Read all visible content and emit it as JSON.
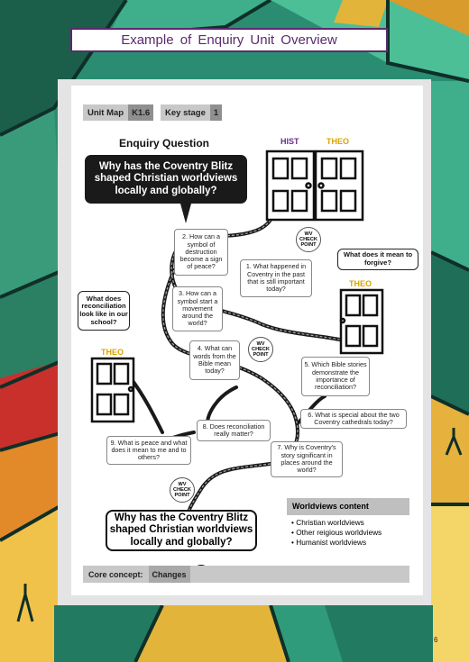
{
  "banner": {
    "title": "Example of Enquiry Unit Overview"
  },
  "unit": {
    "map_label": "Unit Map",
    "code": "K1.6",
    "stage_label": "Key stage",
    "stage": "1"
  },
  "enquiry": {
    "heading": "Enquiry Question",
    "question": "Why has the Coventry Blitz shaped Christian worldviews locally and globally?"
  },
  "doors": {
    "hist": "HIST",
    "theo_top": "THEO",
    "theo_right": "THEO",
    "theo_left": "THEO"
  },
  "wv": {
    "line1": "WV",
    "line2": "CHECK",
    "line3": "POINT"
  },
  "thoughts": {
    "forgive": "What does it mean to forgive?",
    "reconciliation": "What does reconciliation look like in our school?"
  },
  "steps": [
    "1. What happened in Coventry in the past that is still important today?",
    "2. How can a symbol of destruction become a sign of peace?",
    "3. How can a symbol start a movement around the world?",
    "4. What can words from the Bible mean today?",
    "5. Which Bible stories demonstrate the importance of reconciliation?",
    "6. What is special about the two Coventry cathedrals today?",
    "7. Why is Coventry's story significant in places around the world?",
    "8. Does reconciliation really matter?",
    "9. What is peace and what does it mean to me and to others?"
  ],
  "worldviews": {
    "heading": "Worldviews content",
    "items": [
      "Christian worldviews",
      "Other reigious worldviews",
      "Humanist worldviews"
    ]
  },
  "core": {
    "label": "Core concept:",
    "value": "Changes"
  },
  "page_number": "6",
  "colors": {
    "banner_purple": "#5a2a6e",
    "theo_gold": "#d9a400",
    "hist_purple": "#6a2c8a"
  }
}
